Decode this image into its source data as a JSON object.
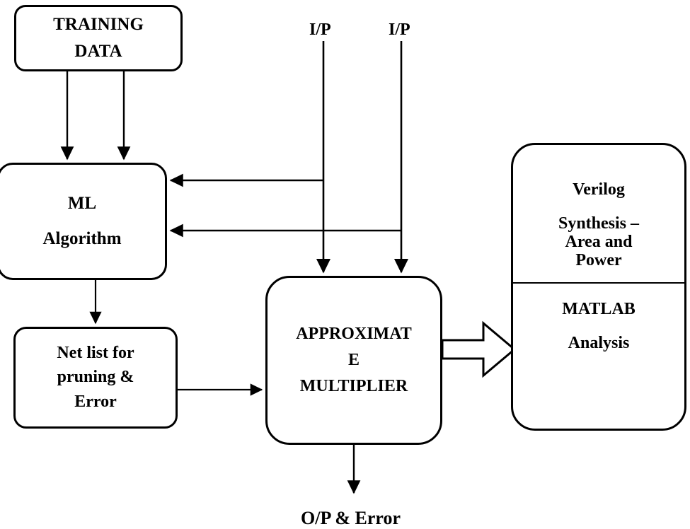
{
  "diagram": {
    "title": "Approximate Multiplier Design Flow",
    "stroke_color": "#000000",
    "background_color": "#ffffff",
    "nodes": {
      "training_data": {
        "line1": "TRAINING",
        "line2": "DATA"
      },
      "ml_algorithm": {
        "line1": "ML",
        "line2": "Algorithm"
      },
      "netlist": {
        "line1": "Net list for",
        "line2": "pruning &",
        "line3": "Error"
      },
      "approx_multiplier": {
        "line1": "APPROXIMAT",
        "line2": "E",
        "line3": "MULTIPLIER"
      },
      "backend": {
        "top": {
          "line1": "Verilog",
          "line2": "Synthesis –",
          "line3": "Area and",
          "line4": "Power"
        },
        "bottom": {
          "line1": "MATLAB",
          "line2": "Analysis"
        }
      }
    },
    "labels": {
      "input_left": "I/P",
      "input_right": "I/P",
      "output_error": "O/P & Error"
    },
    "connections": [
      {
        "name": "training-data-to-ml-left",
        "from": "training_data",
        "to": "ml_algorithm",
        "style": "thin-arrow",
        "direction": "down"
      },
      {
        "name": "training-data-to-ml-right",
        "from": "training_data",
        "to": "ml_algorithm",
        "style": "thin-arrow",
        "direction": "down"
      },
      {
        "name": "input-left-to-multiplier",
        "from": "input_left",
        "to": "approx_multiplier",
        "style": "thin-arrow",
        "direction": "down"
      },
      {
        "name": "input-right-to-multiplier",
        "from": "input_right",
        "to": "approx_multiplier",
        "style": "thin-arrow",
        "direction": "down"
      },
      {
        "name": "input-left-feedback-to-ml",
        "from": "input_left",
        "to": "ml_algorithm",
        "style": "thin-arrow",
        "direction": "left"
      },
      {
        "name": "input-right-feedback-to-ml",
        "from": "input_right",
        "to": "ml_algorithm",
        "style": "thin-arrow",
        "direction": "left"
      },
      {
        "name": "ml-to-netlist",
        "from": "ml_algorithm",
        "to": "netlist",
        "style": "thin-arrow",
        "direction": "down"
      },
      {
        "name": "netlist-to-multiplier",
        "from": "netlist",
        "to": "approx_multiplier",
        "style": "thin-arrow",
        "direction": "right"
      },
      {
        "name": "multiplier-to-backend",
        "from": "approx_multiplier",
        "to": "backend",
        "style": "block-arrow",
        "direction": "right"
      },
      {
        "name": "multiplier-to-output",
        "from": "approx_multiplier",
        "to": "output_error",
        "style": "thin-arrow",
        "direction": "down"
      }
    ]
  }
}
